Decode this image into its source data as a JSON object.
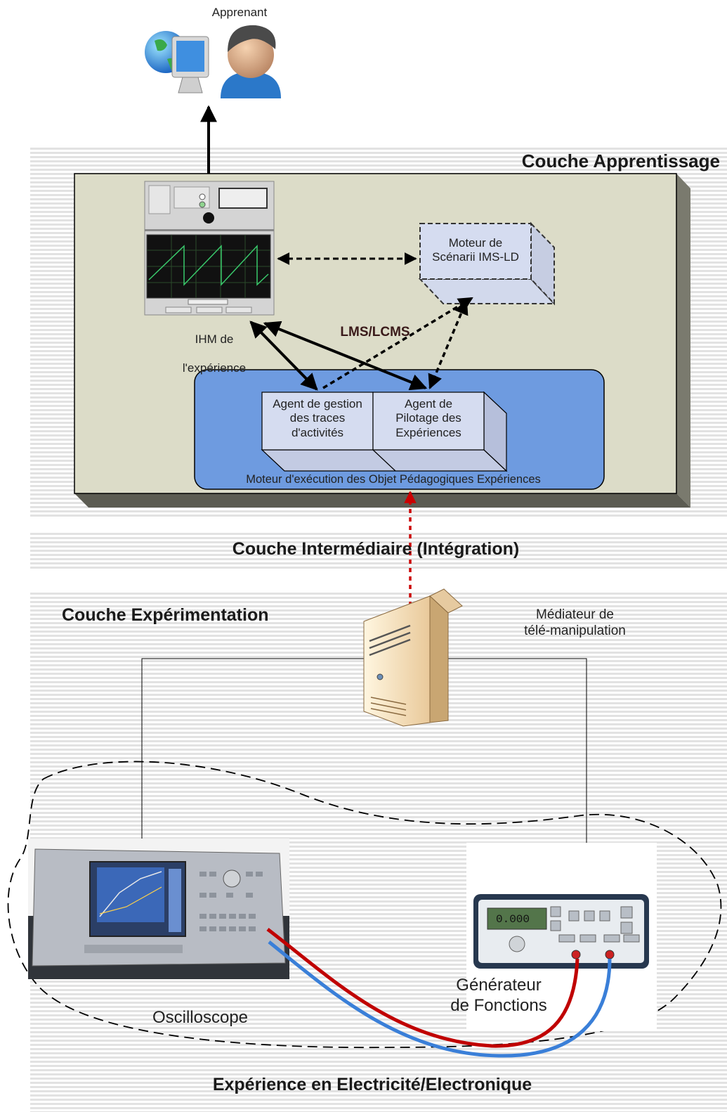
{
  "learner": {
    "label": "Apprenant"
  },
  "layers": {
    "learning": "Couche Apprentissage",
    "middle": "Couche Intermédiaire (Intégration)",
    "experiment": "Couche Expérimentation",
    "bottom": "Expérience en Electricité/Electronique"
  },
  "hmi": {
    "label_line1": "IHM de",
    "label_line2": "l'expérience"
  },
  "scenario_engine": {
    "label": "Moteur de\nScénarii IMS-LD"
  },
  "lms_label": "LMS/LCMS",
  "agents": {
    "trace": "Agent de gestion\ndes traces\nd'activités",
    "pilot": "Agent de\nPilotage des\nExpériences"
  },
  "execution_engine": {
    "label": "Moteur d'exécution des Objet Pédagogiques Expériences"
  },
  "mediator": {
    "label": "Médiateur de\ntélé-manipulation"
  },
  "generator": {
    "label": "Générateur\nde Fonctions"
  },
  "oscilloscope": {
    "label": "Oscilloscope",
    "display_value": "0.000"
  },
  "colors": {
    "panel_beige": "#dcdcc8",
    "engine_blue": "#6e9be0",
    "agent_box": "#d5dcf0",
    "red_cable": "#c00000",
    "blue_cable": "#3a7fd8"
  }
}
